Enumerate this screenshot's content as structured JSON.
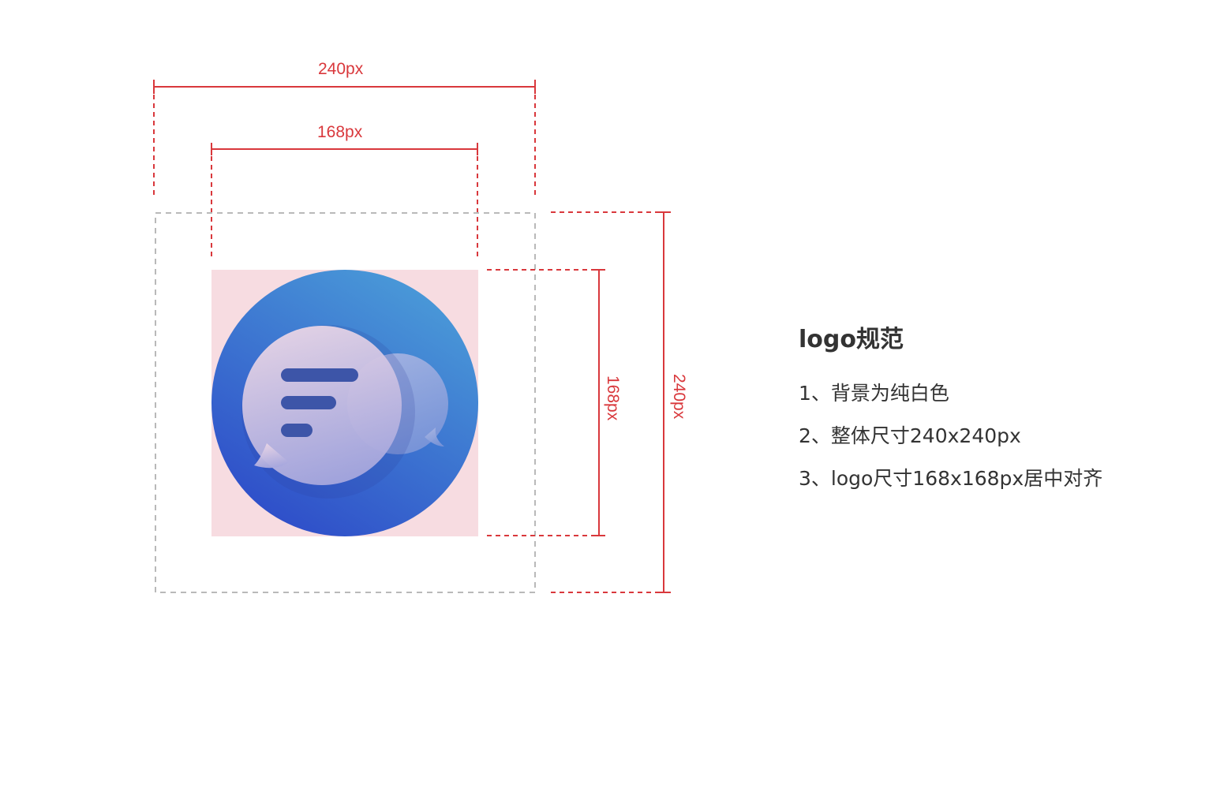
{
  "dimensions": {
    "outer_width_label": "240px",
    "inner_width_label": "168px",
    "inner_height_label": "168px",
    "outer_height_label": "240px"
  },
  "colors": {
    "dimension_red": "#d9383c",
    "guide_gray": "#b9b9b9",
    "logo_background_pink": "#f7dce1",
    "logo_circle_light": "#4a9ad8",
    "logo_circle_dark": "#2f4fc9",
    "text_dark": "#333333"
  },
  "logo": {
    "icon": "chat-bubbles-icon"
  },
  "spec": {
    "title": "logo规范",
    "rules": [
      "1、背景为纯白色",
      "2、整体尺寸240x240px",
      "3、logo尺寸168x168px居中对齐"
    ]
  }
}
